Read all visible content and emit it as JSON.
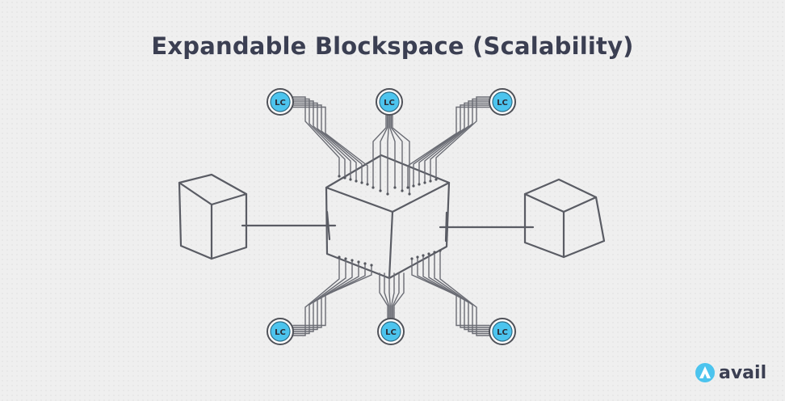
{
  "title": "Expandable Blockspace (Scalability)",
  "nodes": [
    {
      "label": "LC"
    },
    {
      "label": "LC"
    },
    {
      "label": "LC"
    },
    {
      "label": "LC"
    },
    {
      "label": "LC"
    },
    {
      "label": "LC"
    }
  ],
  "brand": {
    "name": "avail",
    "logo_icon": "avail-logo-icon"
  },
  "colors": {
    "node_fill": "#4cc4ee",
    "ink": "#3b3f52"
  }
}
